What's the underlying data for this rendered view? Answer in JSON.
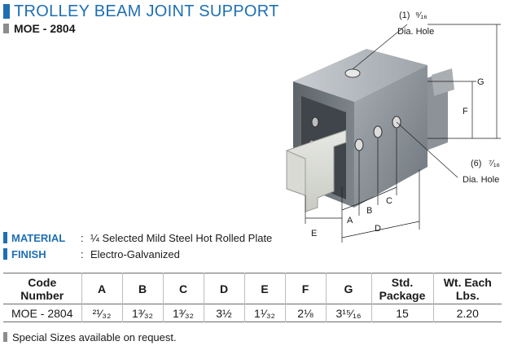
{
  "header": {
    "title": "TROLLEY BEAM JOINT SUPPORT",
    "model": "MOE - 2804"
  },
  "drawing": {
    "top_hole_qty": "(1)",
    "top_hole_frac": "⁹⁄₁₆",
    "top_hole_label": "Dia. Hole",
    "side_hole_qty": "(6)",
    "side_hole_frac": "⁷⁄₁₆",
    "side_hole_label": "Dia. Hole",
    "dims": {
      "a": "A",
      "b": "B",
      "c": "C",
      "d": "D",
      "e": "E",
      "f": "F",
      "g": "G"
    }
  },
  "specs": {
    "material_label": "MATERIAL",
    "material_value": "¼ Selected Mild Steel Hot Rolled Plate",
    "finish_label": "FINISH",
    "finish_value": "Electro-Galvanized",
    "colon": ":"
  },
  "table": {
    "headers": [
      [
        "Code",
        "Number"
      ],
      [
        "A"
      ],
      [
        "B"
      ],
      [
        "C"
      ],
      [
        "D"
      ],
      [
        "E"
      ],
      [
        "F"
      ],
      [
        "G"
      ],
      [
        "Std.",
        "Package"
      ],
      [
        "Wt. Each",
        "Lbs."
      ]
    ],
    "rows": [
      [
        "MOE - 2804",
        "²¹⁄₃₂",
        "1³⁄₃₂",
        "1³⁄₃₂",
        "3½",
        "1¹⁄₃₂",
        "2⅛",
        "3¹⁵⁄₁₆",
        "15",
        "2.20"
      ]
    ]
  },
  "note": "Special Sizes available on request.",
  "colors": {
    "accent": "#1f6fb2",
    "gray_mark": "#8c8c8c"
  }
}
